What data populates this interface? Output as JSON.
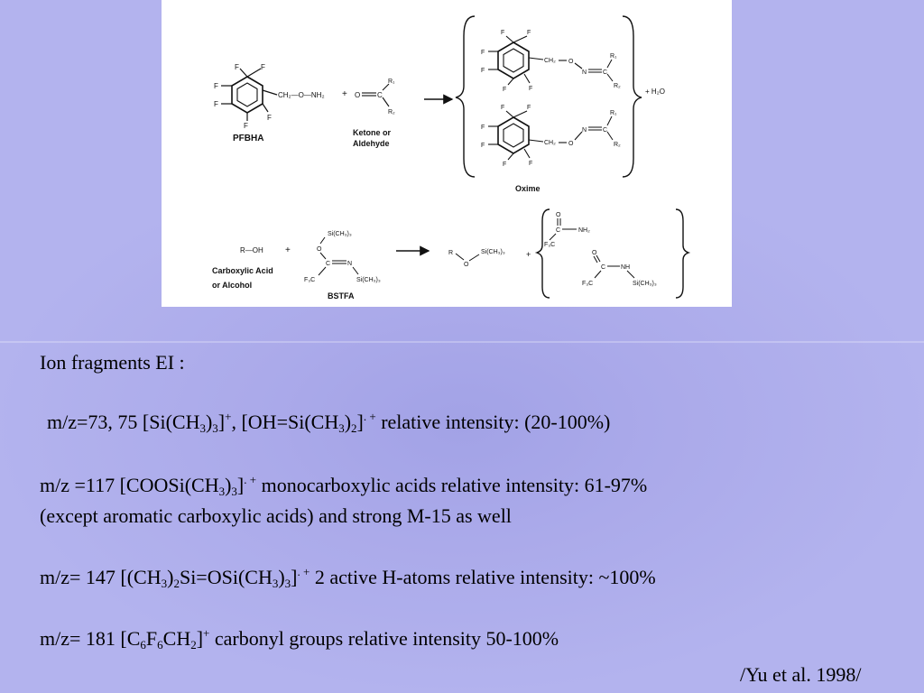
{
  "scheme": {
    "pfbha": {
      "label": "PFBHA",
      "ring_sub": "F",
      "chain": "CH₂—O—NH₂"
    },
    "plus": "+",
    "ketone": {
      "label_line1": "Ketone or",
      "label_line2": "Aldehyde",
      "o_atom": "O",
      "c_atom": "C",
      "r1": "R₁",
      "r2": "R₂"
    },
    "oxime": {
      "label": "Oxime",
      "ch2": "CH₂",
      "o_atom": "O",
      "n_atom": "N",
      "c_atom": "C",
      "r1": "R₁",
      "r2": "R₂",
      "water": "+ H₂O"
    },
    "alcohol": {
      "formula": "R—OH",
      "label_line1": "Carboxylic Acid",
      "label_line2": "or Alcohol"
    },
    "bstfa": {
      "label": "BSTFA",
      "tms_top": "Si(CH₃)₃",
      "o_atom": "O",
      "c_atom": "C",
      "n_atom": "N",
      "cf3": "F₃C",
      "tms_right": "Si(CH₃)₃"
    },
    "products": {
      "r": "R",
      "o_atom": "O",
      "tms": "Si(CH₃)₃",
      "plus": "+",
      "amide_o": "O",
      "amide_c": "C",
      "amide_nh2": "NH₂",
      "amide_cf3": "F₃C",
      "amide2_o": "O",
      "amide2_c": "C",
      "amide2_nh": "NH",
      "amide2_cf3": "F₃C",
      "amide2_tms": "Si(CH₃)₃"
    }
  },
  "notes": {
    "title": "Ion fragments EI :",
    "f1": {
      "p1": "m/z=73, 75 [Si(CH",
      "s1": "3",
      "p2": ")",
      "s2": "3",
      "p3": "]",
      "sup1": "+",
      "p4": ", [OH=Si(CH",
      "s3": "3",
      "p5": ")",
      "s4": "2",
      "p6": "]",
      "sup2": ". +",
      "p7": " relative intensity: (20-100%)"
    },
    "f2": {
      "p1": "m/z =117 [COOSi(CH",
      "s1": "3",
      "p2": ")",
      "s2": "3",
      "p3": "]",
      "sup1": ". +",
      "p4": "  monocarboxylic acids relative intensity: 61-97%",
      "line2": "(except aromatic carboxylic acids) and strong M-15 as well"
    },
    "f3": {
      "p1": "m/z= 147 [(CH",
      "s1": "3",
      "p2": ")",
      "s2": "2",
      "p3": "Si=OSi(CH",
      "s3": "3",
      "p4": ")",
      "s4": "3",
      "p5": "]",
      "sup1": ". +",
      "p6": "  2 active H-atoms relative intensity: ~100%"
    },
    "f4": {
      "p1": "m/z= 181 [C",
      "s1": "6",
      "p2": "F",
      "s2": "6",
      "p3": "CH",
      "s3": "2",
      "p4": "]",
      "sup1": "+",
      "p5": "  carbonyl groups relative intensity 50-100%"
    },
    "citation": "/Yu et al. 1998/"
  }
}
